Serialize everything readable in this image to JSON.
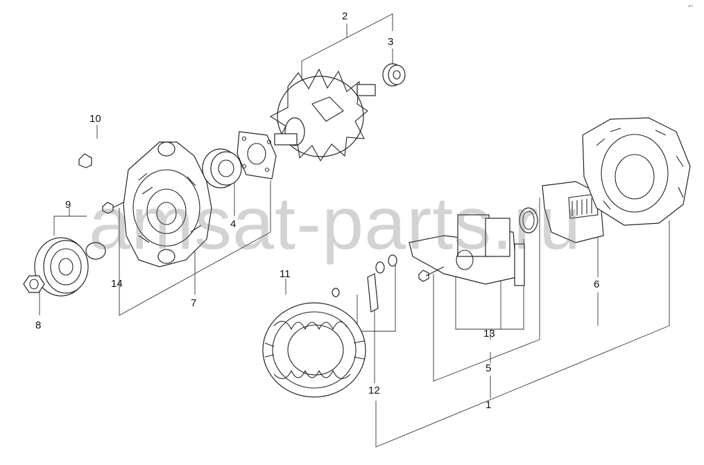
{
  "diagram": {
    "callouts": [
      "1",
      "2",
      "3",
      "4",
      "5",
      "6",
      "7",
      "8",
      "9",
      "10",
      "11",
      "12",
      "13",
      "14"
    ],
    "watermark": "amsat-parts.ru",
    "corner_mark": "⌐"
  }
}
